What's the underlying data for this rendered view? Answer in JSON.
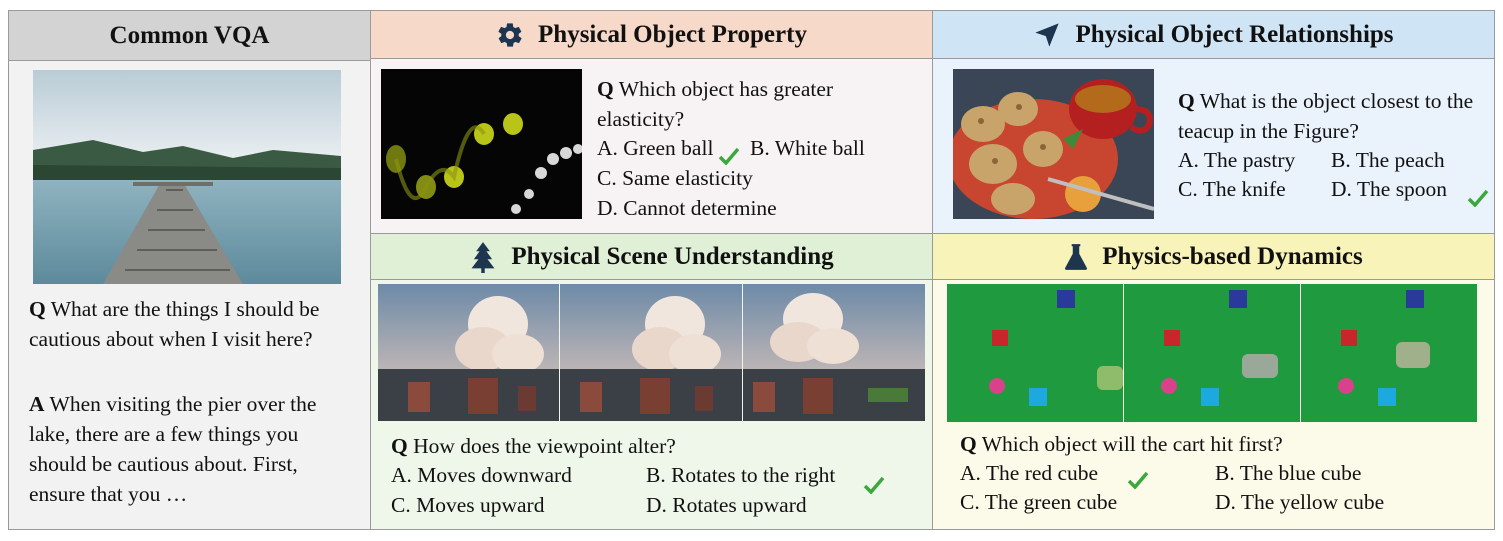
{
  "common": {
    "title": "Common VQA",
    "q_label": "Q",
    "question": "What are the things I should be cautious about when I visit here?",
    "a_label": "A",
    "answer": "When visiting the pier over the lake, there are a few things you should be cautious about. First, ensure that you …"
  },
  "property": {
    "title": "Physical Object Property",
    "icon": "gear-icon",
    "q_label": "Q",
    "question": "Which object has greater elasticity?",
    "options": [
      "A. Green ball",
      "B. White ball",
      "C. Same elasticity",
      "D. Cannot determine"
    ]
  },
  "relationships": {
    "title": "Physical Object Relationships",
    "icon": "navigation-arrow-icon",
    "q_label": "Q",
    "question": "What is the object closest to the teacup in the Figure?",
    "options": [
      "A. The pastry",
      "B. The peach",
      "C. The knife",
      "D. The spoon"
    ]
  },
  "scene": {
    "title": "Physical Scene Understanding",
    "icon": "tree-icon",
    "q_label": "Q",
    "question": "How does the viewpoint alter?",
    "options": [
      "A. Moves downward",
      "B. Rotates to the right",
      "C. Moves upward",
      "D. Rotates upward"
    ]
  },
  "dynamics": {
    "title": "Physics-based Dynamics",
    "icon": "flask-icon",
    "q_label": "Q",
    "question": "Which object will the cart hit first?",
    "options": [
      "A. The red cube",
      "B. The blue cube",
      "C. The green cube",
      "D. The yellow cube"
    ]
  },
  "colors": {
    "common_header": "#d3d3d3",
    "property_header": "#f7d9ca",
    "relationships_header": "#cfe4f5",
    "scene_header": "#e0f0d6",
    "dynamics_header": "#f8f3b8",
    "check": "#3aa83a"
  }
}
